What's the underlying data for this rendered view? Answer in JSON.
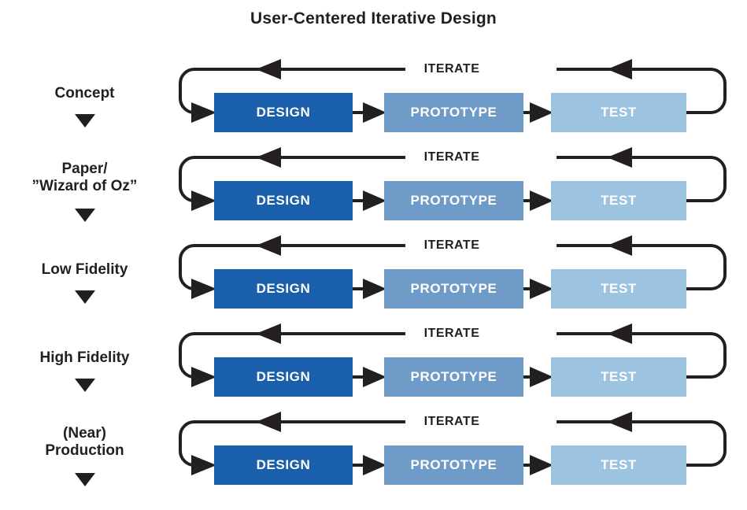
{
  "title": "User-Centered Iterative Design",
  "colors": {
    "design_box": "#1a5fab",
    "prototype_box": "#6f9bc8",
    "test_box": "#9cc3e0",
    "line": "#231f20",
    "box_text": "#ffffff",
    "background": "#ffffff"
  },
  "steps": {
    "design": "DESIGN",
    "prototype": "PROTOTYPE",
    "test": "TEST"
  },
  "iterate_label": "ITERATE",
  "rows": [
    {
      "stage_lines": [
        "Concept"
      ],
      "caret": "down-triangle",
      "iterate": "ITERATE",
      "design": "DESIGN",
      "prototype": "PROTOTYPE",
      "test": "TEST"
    },
    {
      "stage_lines": [
        "Paper/",
        "”Wizard of Oz”"
      ],
      "caret": "down-triangle",
      "iterate": "ITERATE",
      "design": "DESIGN",
      "prototype": "PROTOTYPE",
      "test": "TEST"
    },
    {
      "stage_lines": [
        "Low Fidelity"
      ],
      "caret": "down-triangle",
      "iterate": "ITERATE",
      "design": "DESIGN",
      "prototype": "PROTOTYPE",
      "test": "TEST"
    },
    {
      "stage_lines": [
        "High Fidelity"
      ],
      "caret": "down-triangle",
      "iterate": "ITERATE",
      "design": "DESIGN",
      "prototype": "PROTOTYPE",
      "test": "TEST"
    },
    {
      "stage_lines": [
        "(Near)",
        "Production"
      ],
      "caret": "down-triangle",
      "iterate": "ITERATE",
      "design": "DESIGN",
      "prototype": "PROTOTYPE",
      "test": "TEST"
    }
  ]
}
